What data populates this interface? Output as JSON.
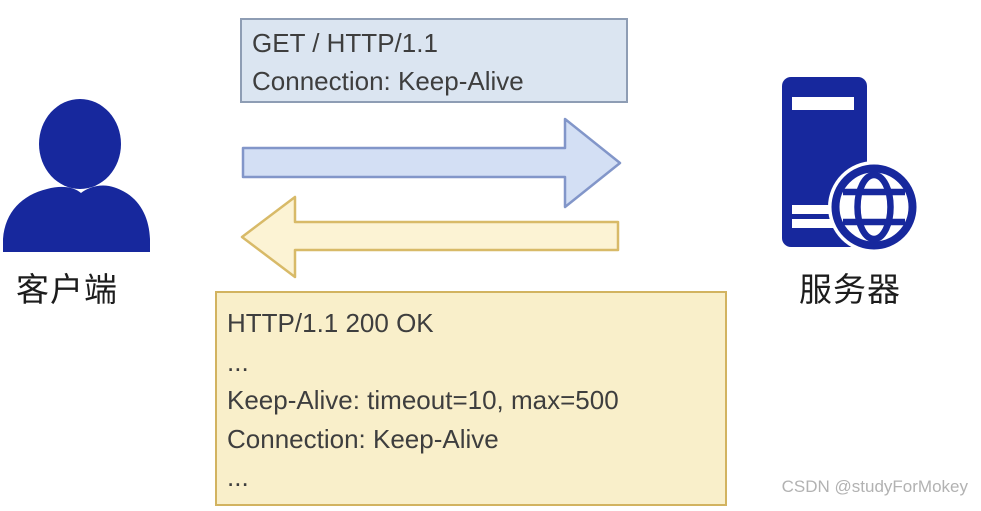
{
  "page": {
    "background": "#ffffff",
    "text_color": "#3e3e3e"
  },
  "client": {
    "label": "客户端",
    "icon": "person-silhouette",
    "icon_color": "#17289d"
  },
  "server": {
    "label": "服务器",
    "icon": "server-tower-with-globe",
    "icon_color": "#17289d"
  },
  "request": {
    "direction": "client-to-server",
    "lines": [
      "GET / HTTP/1.1",
      "Connection: Keep-Alive"
    ],
    "box_fill": "#dbe5f1",
    "box_border": "#8e9db4",
    "arrow_fill": "#d3dff4",
    "arrow_border": "#8296c9"
  },
  "response": {
    "direction": "server-to-client",
    "lines": [
      "HTTP/1.1 200 OK",
      "...",
      "Keep-Alive: timeout=10, max=500",
      "Connection: Keep-Alive",
      "..."
    ],
    "box_fill": "#f9efca",
    "box_border": "#d2b360",
    "arrow_fill": "#fcf3d4",
    "arrow_border": "#d8ba68"
  },
  "watermark": {
    "text": "CSDN @studyForMokey",
    "color": "#b2b2b2"
  }
}
